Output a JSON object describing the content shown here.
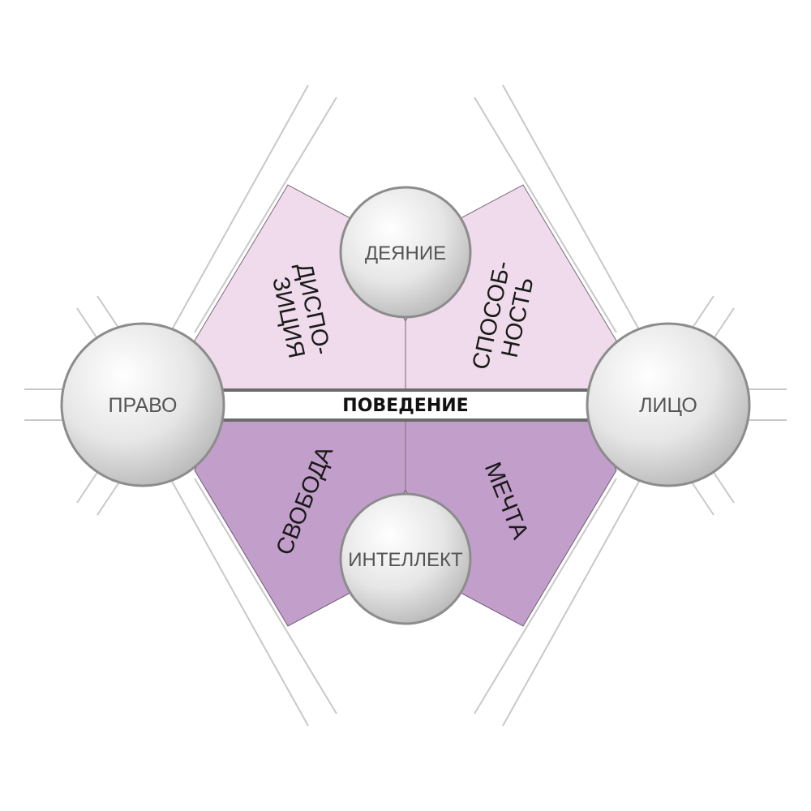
{
  "nodes": {
    "top": "ДЕЯНИЕ",
    "bottom": "ИНТЕЛЛЕКТ",
    "left": "ПРАВО",
    "right": "ЛИЦО"
  },
  "band": "ПОВЕДЕНИЕ",
  "sectors": {
    "top_left": [
      "ДИСПО-",
      "ЗИЦИЯ"
    ],
    "top_right": [
      "СПОСОБ-",
      "НОСТЬ"
    ],
    "bottom_left": [
      "СВОБОДА"
    ],
    "bottom_right": [
      "МЕЧТА"
    ]
  },
  "colors": {
    "upper_fill": "#efdbeb",
    "lower_fill": "#c29fcb",
    "band_border": "#6b6b6b",
    "guide_lines": "#c8c8c8"
  }
}
